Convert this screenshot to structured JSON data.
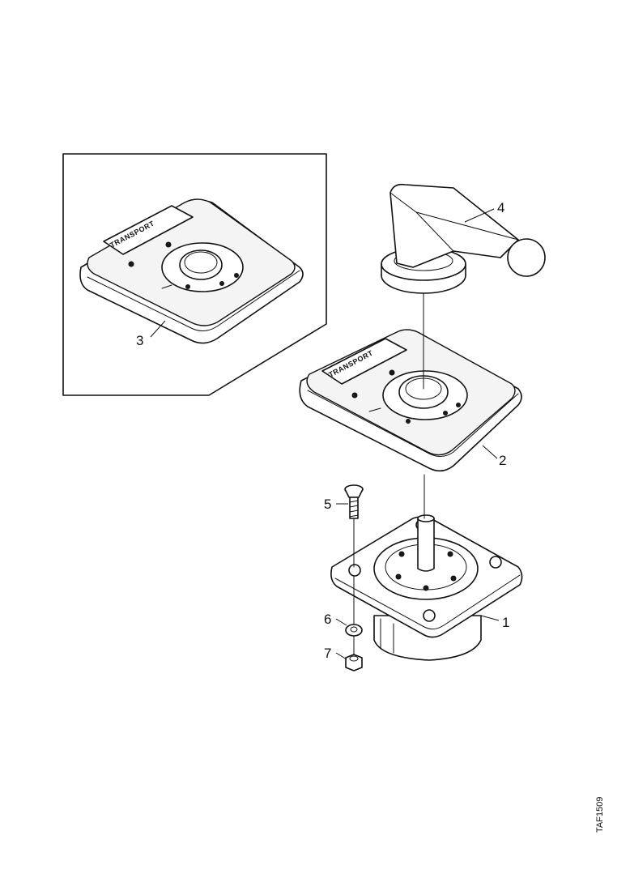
{
  "callouts": [
    {
      "id": "1",
      "label": "1"
    },
    {
      "id": "2",
      "label": "2"
    },
    {
      "id": "3",
      "label": "3"
    },
    {
      "id": "4",
      "label": "4"
    },
    {
      "id": "5",
      "label": "5"
    },
    {
      "id": "6",
      "label": "6"
    },
    {
      "id": "7",
      "label": "7"
    }
  ],
  "drawing_reference": "TAF1509"
}
